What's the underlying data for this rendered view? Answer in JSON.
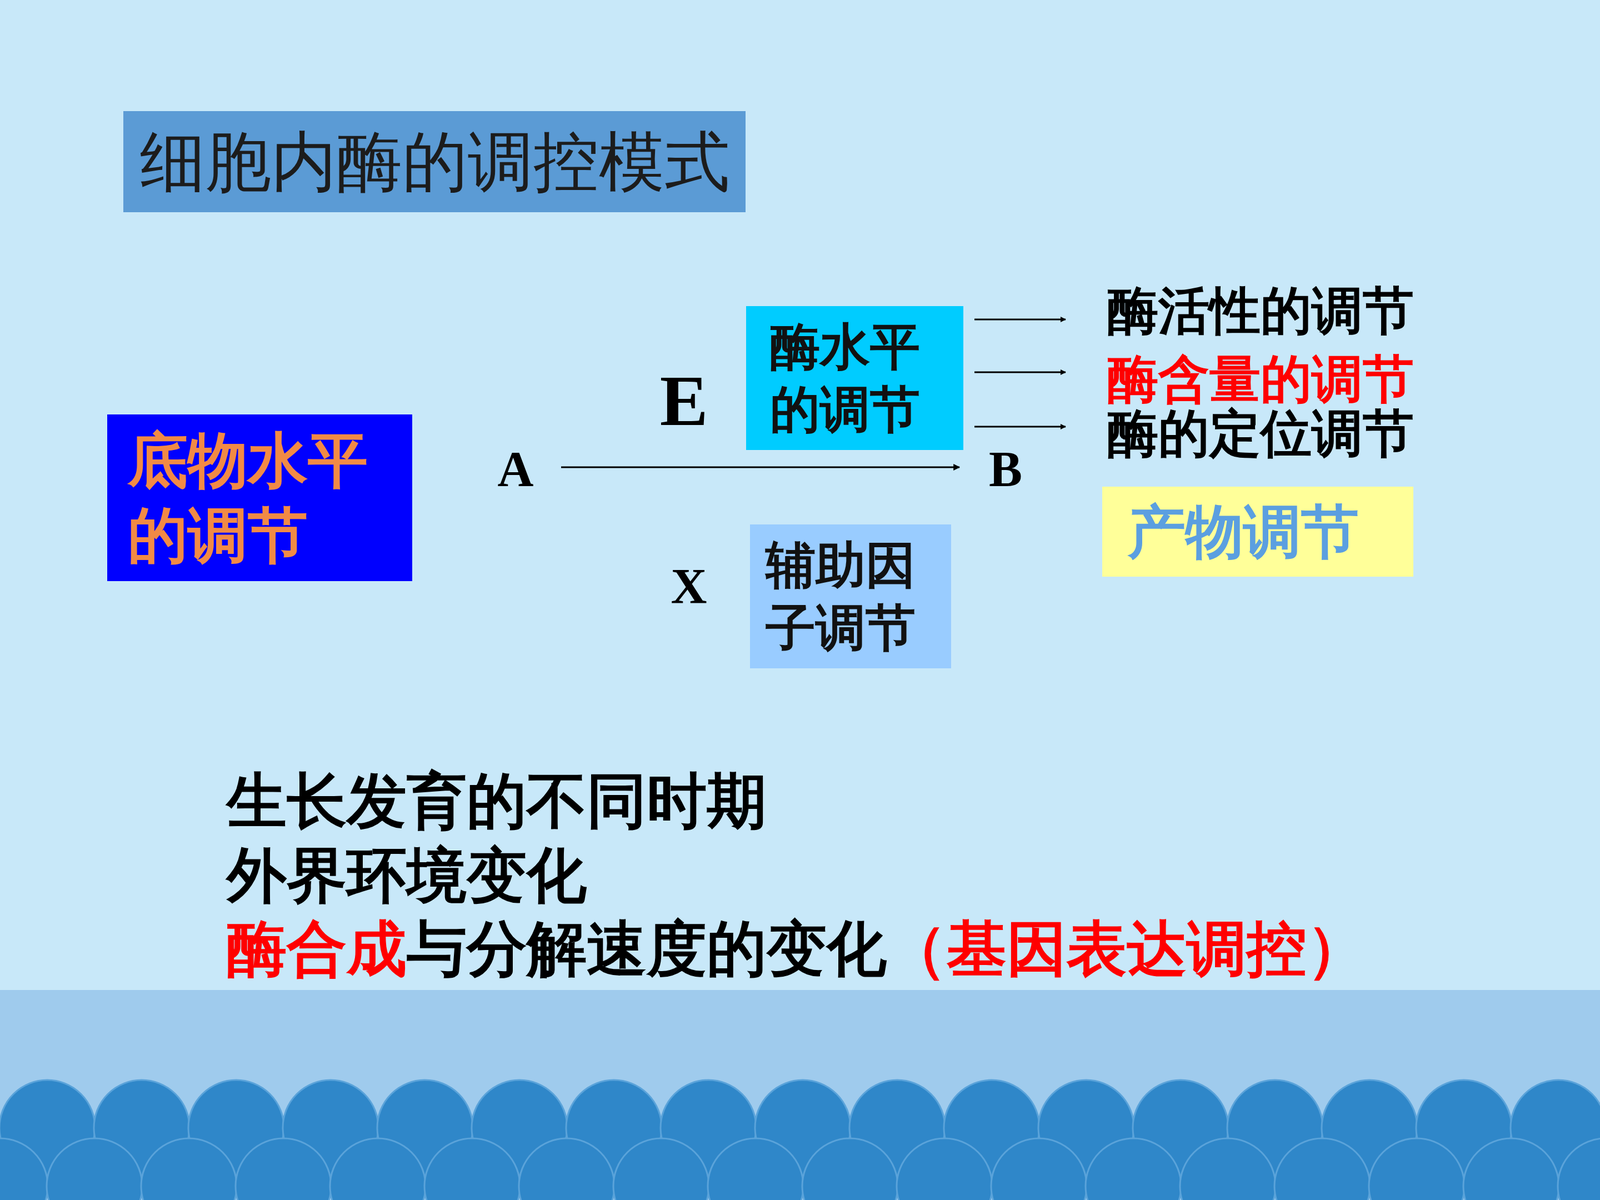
{
  "diagram": {
    "title": "细胞内酶的调控模式",
    "nodes": [
      {
        "text": [
          "底物水平 的调节"
        ]
      },
      {
        "text": [
          "酶水平 的调节"
        ]
      },
      {
        "text": [
          "产物调节"
        ]
      },
      {
        "text": [
          "辅助因 子调节"
        ]
      }
    ],
    "labels": [
      "E",
      "A",
      "B",
      "X",
      "酶活性的调节",
      "酶含量的调节",
      "酶的定位调节",
      "生长发育的不同时期",
      "外界环境变化",
      "酶合成",
      "与分解速度的变化",
      "（基因表达调控）"
    ]
  }
}
